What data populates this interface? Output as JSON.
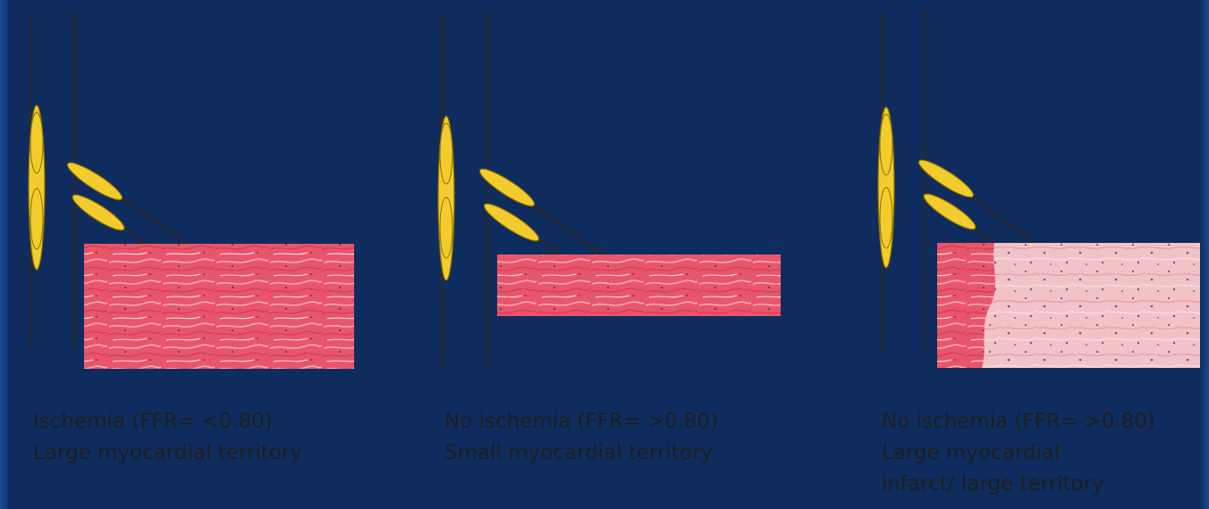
{
  "panels": [
    {
      "id": "panel-1",
      "caption_line_1": "Ischemia (FFR= <0.80)",
      "caption_line_2": "Large myocardial territory",
      "caption_line_3": ""
    },
    {
      "id": "panel-2",
      "caption_line_1": "No ischemia (FFR= >0.80)",
      "caption_line_2": "Small myocardial territory",
      "caption_line_3": ""
    },
    {
      "id": "panel-3",
      "caption_line_1": "No ischemia (FFR= >0.80)",
      "caption_line_2": "Large myocardial",
      "caption_line_3": "infarct/ large territory"
    }
  ],
  "colors": {
    "plaque": "#f2cc2c",
    "plaque_outline": "#8a6d00",
    "tissue_healthy": "#e9596d",
    "tissue_infarct": "#f1c6c9",
    "vessel_line": "#2a2a2a",
    "background": "#ffffff"
  }
}
